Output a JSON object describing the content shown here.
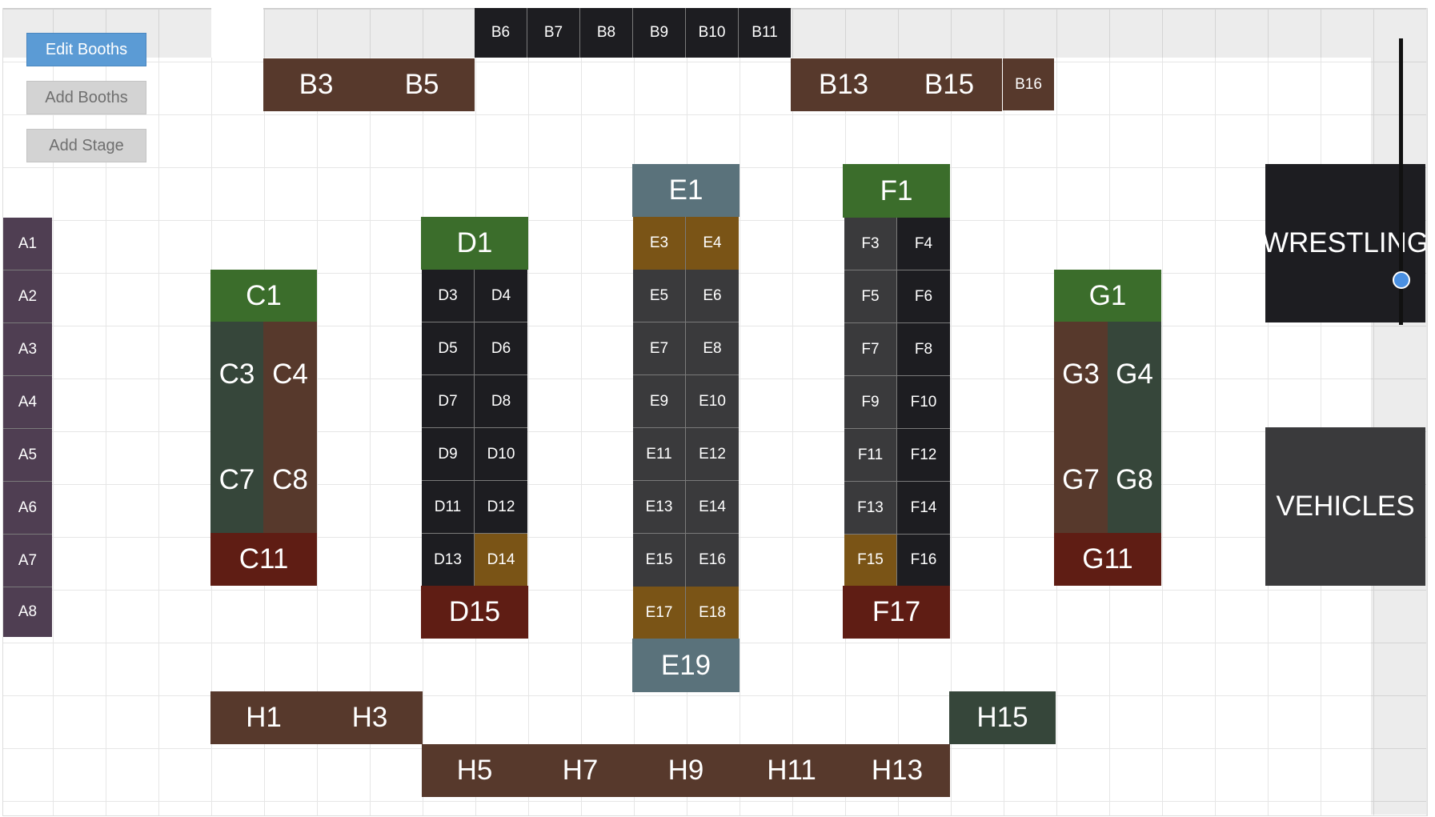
{
  "toolbar": {
    "edit_booths": "Edit Booths",
    "add_booths": "Add Booths",
    "add_stage": "Add Stage"
  },
  "colors": {
    "primary_button": "#5b9bd5",
    "secondary_button": "#d3d3d3",
    "booth_brown": "#57392c",
    "booth_dark": "#1d1d21",
    "booth_gray": "#3a3a3c",
    "booth_green": "#3b6d2b",
    "booth_teal": "#5a727b",
    "booth_orange": "#7a5416",
    "booth_red": "#5f1d14",
    "booth_purple": "#4f3e52",
    "handle_knob": "#4a90e2"
  },
  "booths": {
    "A1": "A1",
    "A2": "A2",
    "A3": "A3",
    "A4": "A4",
    "A5": "A5",
    "A6": "A6",
    "A7": "A7",
    "A8": "A8",
    "B3": "B3",
    "B5": "B5",
    "B6": "B6",
    "B7": "B7",
    "B8": "B8",
    "B9": "B9",
    "B10": "B10",
    "B11": "B11",
    "B13": "B13",
    "B15": "B15",
    "B16": "B16",
    "C1": "C1",
    "C3": "C3",
    "C4": "C4",
    "C7": "C7",
    "C8": "C8",
    "C11": "C11",
    "D1": "D1",
    "D3": "D3",
    "D4": "D4",
    "D5": "D5",
    "D6": "D6",
    "D7": "D7",
    "D8": "D8",
    "D9": "D9",
    "D10": "D10",
    "D11": "D11",
    "D12": "D12",
    "D13": "D13",
    "D14": "D14",
    "D15": "D15",
    "E1": "E1",
    "E3": "E3",
    "E4": "E4",
    "E5": "E5",
    "E6": "E6",
    "E7": "E7",
    "E8": "E8",
    "E9": "E9",
    "E10": "E10",
    "E11": "E11",
    "E12": "E12",
    "E13": "E13",
    "E14": "E14",
    "E15": "E15",
    "E16": "E16",
    "E17": "E17",
    "E18": "E18",
    "E19": "E19",
    "F1": "F1",
    "F3": "F3",
    "F4": "F4",
    "F5": "F5",
    "F6": "F6",
    "F7": "F7",
    "F8": "F8",
    "F9": "F9",
    "F10": "F10",
    "F11": "F11",
    "F12": "F12",
    "F13": "F13",
    "F14": "F14",
    "F15": "F15",
    "F16": "F16",
    "F17": "F17",
    "G1": "G1",
    "G3": "G3",
    "G4": "G4",
    "G7": "G7",
    "G8": "G8",
    "G11": "G11",
    "H1": "H1",
    "H3": "H3",
    "H5": "H5",
    "H7": "H7",
    "H9": "H9",
    "H11": "H11",
    "H13": "H13",
    "H15": "H15"
  },
  "stages": {
    "wrestling": "WRESTLING",
    "vehicles": "VEHICLES"
  },
  "icons": {
    "resize_handle": "vertical-slider-icon"
  }
}
